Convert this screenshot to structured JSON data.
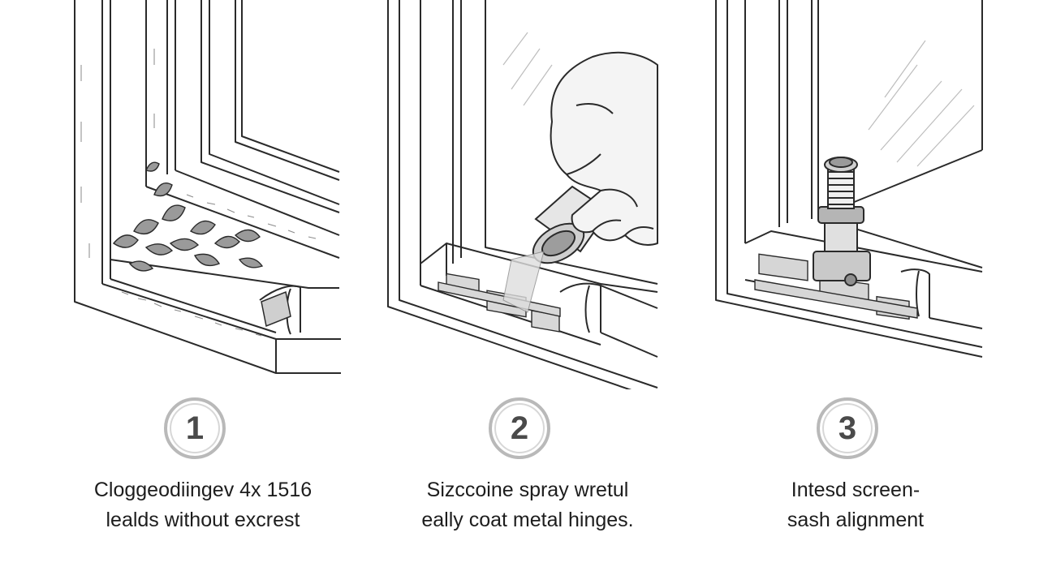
{
  "steps": [
    {
      "number": "1",
      "illustration": "clogged-window-track-with-leaves",
      "caption_line1": "Cloggeodiingev 4x 1516",
      "caption_line2": "lealds without excrest"
    },
    {
      "number": "2",
      "illustration": "hand-spraying-hinge-track",
      "caption_line1": "Sizccoine spray wretul",
      "caption_line2": "eally coat metal hinges."
    },
    {
      "number": "3",
      "illustration": "hinge-adjustment-bolt",
      "caption_line1": "Intesd screen-",
      "caption_line2": "sash alignment"
    }
  ],
  "colors": {
    "line": "#2a2a2a",
    "badge_ring": "#b9b9b9",
    "number": "#4a4a4a",
    "caption": "#1d1d1d"
  }
}
